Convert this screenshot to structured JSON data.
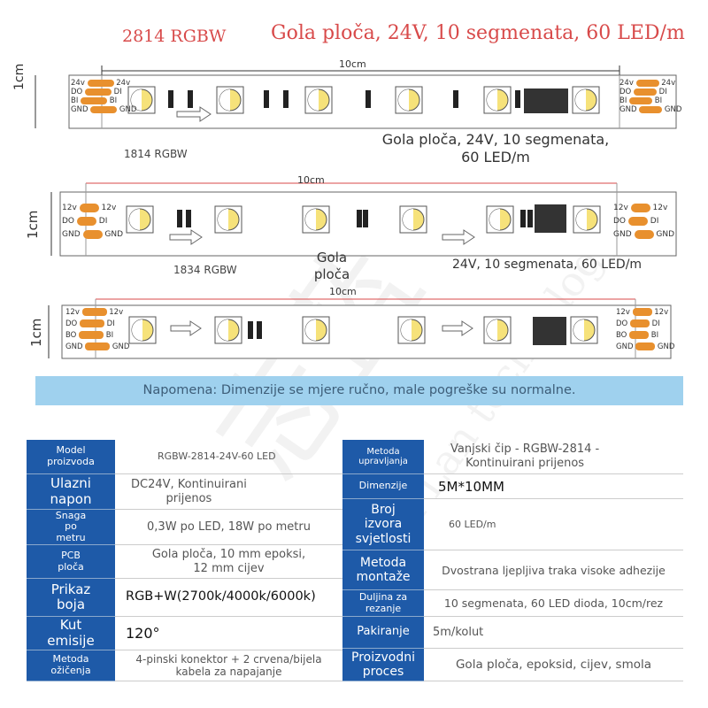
{
  "header": {
    "left": "2814 RGBW",
    "right": "Gola ploča, 24V, 10 segmenata, 60 LED/m"
  },
  "strips": [
    {
      "length_label": "10cm",
      "height_label": "1cm",
      "pins_left": [
        "24v",
        "DO",
        "BI",
        "GND"
      ],
      "pins_right": [
        "24v",
        "DI",
        "BI",
        "GND"
      ],
      "model": "1814 RGBW",
      "description": "Gola ploča, 24V, 10 segmenata,\n60 LED/m"
    },
    {
      "length_label": "10cm",
      "height_label": "1cm",
      "pins_left": [
        "12v",
        "DO",
        "GND"
      ],
      "pins_right": [
        "12v",
        "DI",
        "GND"
      ],
      "model": "1834 RGBW",
      "description_a": "Gola\nploča",
      "description_b": "24V, 10 segmenata, 60 LED/m"
    },
    {
      "length_label": "10cm",
      "height_label": "1cm",
      "pins_left": [
        "12v",
        "DO",
        "BO",
        "GND"
      ],
      "pins_right": [
        "12v",
        "DI",
        "BI",
        "GND"
      ]
    }
  ],
  "note": "Napomena: Dimenzije se mjere ručno, male pogreške su normalne.",
  "table": {
    "left": [
      {
        "label": "Model\nproizvoda",
        "value": "RGBW-2814-24V-60 LED"
      },
      {
        "label": "Ulazni\nnapon",
        "value": "DC24V, Kontinuirani\nprijenos"
      },
      {
        "label": "Snaga\npo\nmetru",
        "value": "0,3W po LED, 18W po metru"
      },
      {
        "label": "PCB\nploča",
        "value": "Gola ploča, 10 mm epoksi,\n12 mm cijev"
      },
      {
        "label": "Prikaz\nboja",
        "value": "RGB+W(2700k/4000k/6000k)"
      },
      {
        "label": "Kut\nemisije",
        "value": "120°"
      },
      {
        "label": "Metoda\nožičenja",
        "value": "4-pinski konektor + 2 crvena/bijela\nkabela za napajanje"
      }
    ],
    "right": [
      {
        "label": "Metoda\nupravljanja",
        "value": "Vanjski čip - RGBW-2814 -\nKontinuirani prijenos"
      },
      {
        "label": "Dimenzije",
        "value": "5M*10MM"
      },
      {
        "label": "Broj\nizvora\nsvjetlosti",
        "value": "60 LED/m"
      },
      {
        "label": "Metoda\nmontaže",
        "value": "Dvostrana ljepljiva traka visoke adhezije"
      },
      {
        "label": "Duljina za\nrezanje",
        "value": "10 segmenata, 60 LED dioda, 10cm/rez"
      },
      {
        "label": "Pakiranje",
        "value": "5m/kolut"
      },
      {
        "label": "Proizvodni\nproces",
        "value": "Gola ploča, epoksid, cijev, smola"
      }
    ]
  },
  "watermark": "Xin Lan technology",
  "colors": {
    "accent_red": "#d84a4a",
    "table_blue": "#1e5aa8",
    "note_bg": "#9fd1ee",
    "pad_orange": "#e8902e",
    "led_yellow": "#f6e27a"
  }
}
